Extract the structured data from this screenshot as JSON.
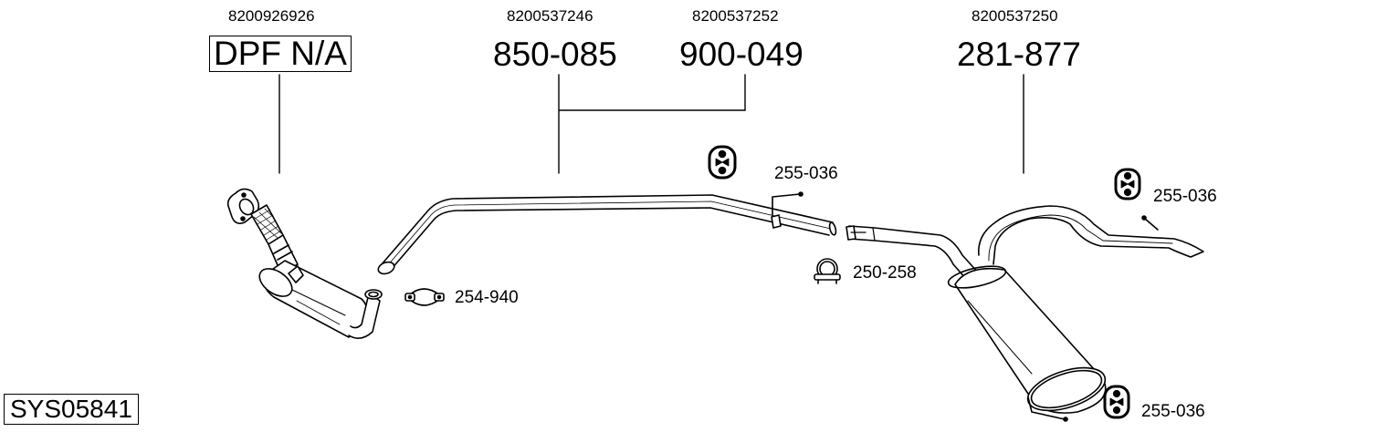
{
  "diagram": {
    "system_code": "SYS05841",
    "parts": [
      {
        "id": "dpf",
        "oem_number": "8200926926",
        "part_number": "DPF N/A",
        "boxed": true,
        "description": "diesel particulate filter"
      },
      {
        "id": "front-pipe",
        "oem_number": "8200537246",
        "part_number": "850-085",
        "description": "middle pipe"
      },
      {
        "id": "middle-pipe",
        "oem_number": "8200537252",
        "part_number": "900-049",
        "description": "middle pipe"
      },
      {
        "id": "rear-silencer",
        "oem_number": "8200537250",
        "part_number": "281-877",
        "description": "rear silencer"
      }
    ],
    "accessories": [
      {
        "id": "clamp-1",
        "part_number": "254-940",
        "icon": "flange-clamp-icon"
      },
      {
        "id": "hanger-1",
        "part_number": "255-036",
        "icon": "rubber-hanger-icon"
      },
      {
        "id": "clamp-2",
        "part_number": "250-258",
        "icon": "u-bolt-clamp-icon"
      },
      {
        "id": "hanger-2",
        "part_number": "255-036",
        "icon": "rubber-hanger-icon"
      },
      {
        "id": "hanger-3",
        "part_number": "255-036",
        "icon": "rubber-hanger-icon"
      }
    ]
  }
}
